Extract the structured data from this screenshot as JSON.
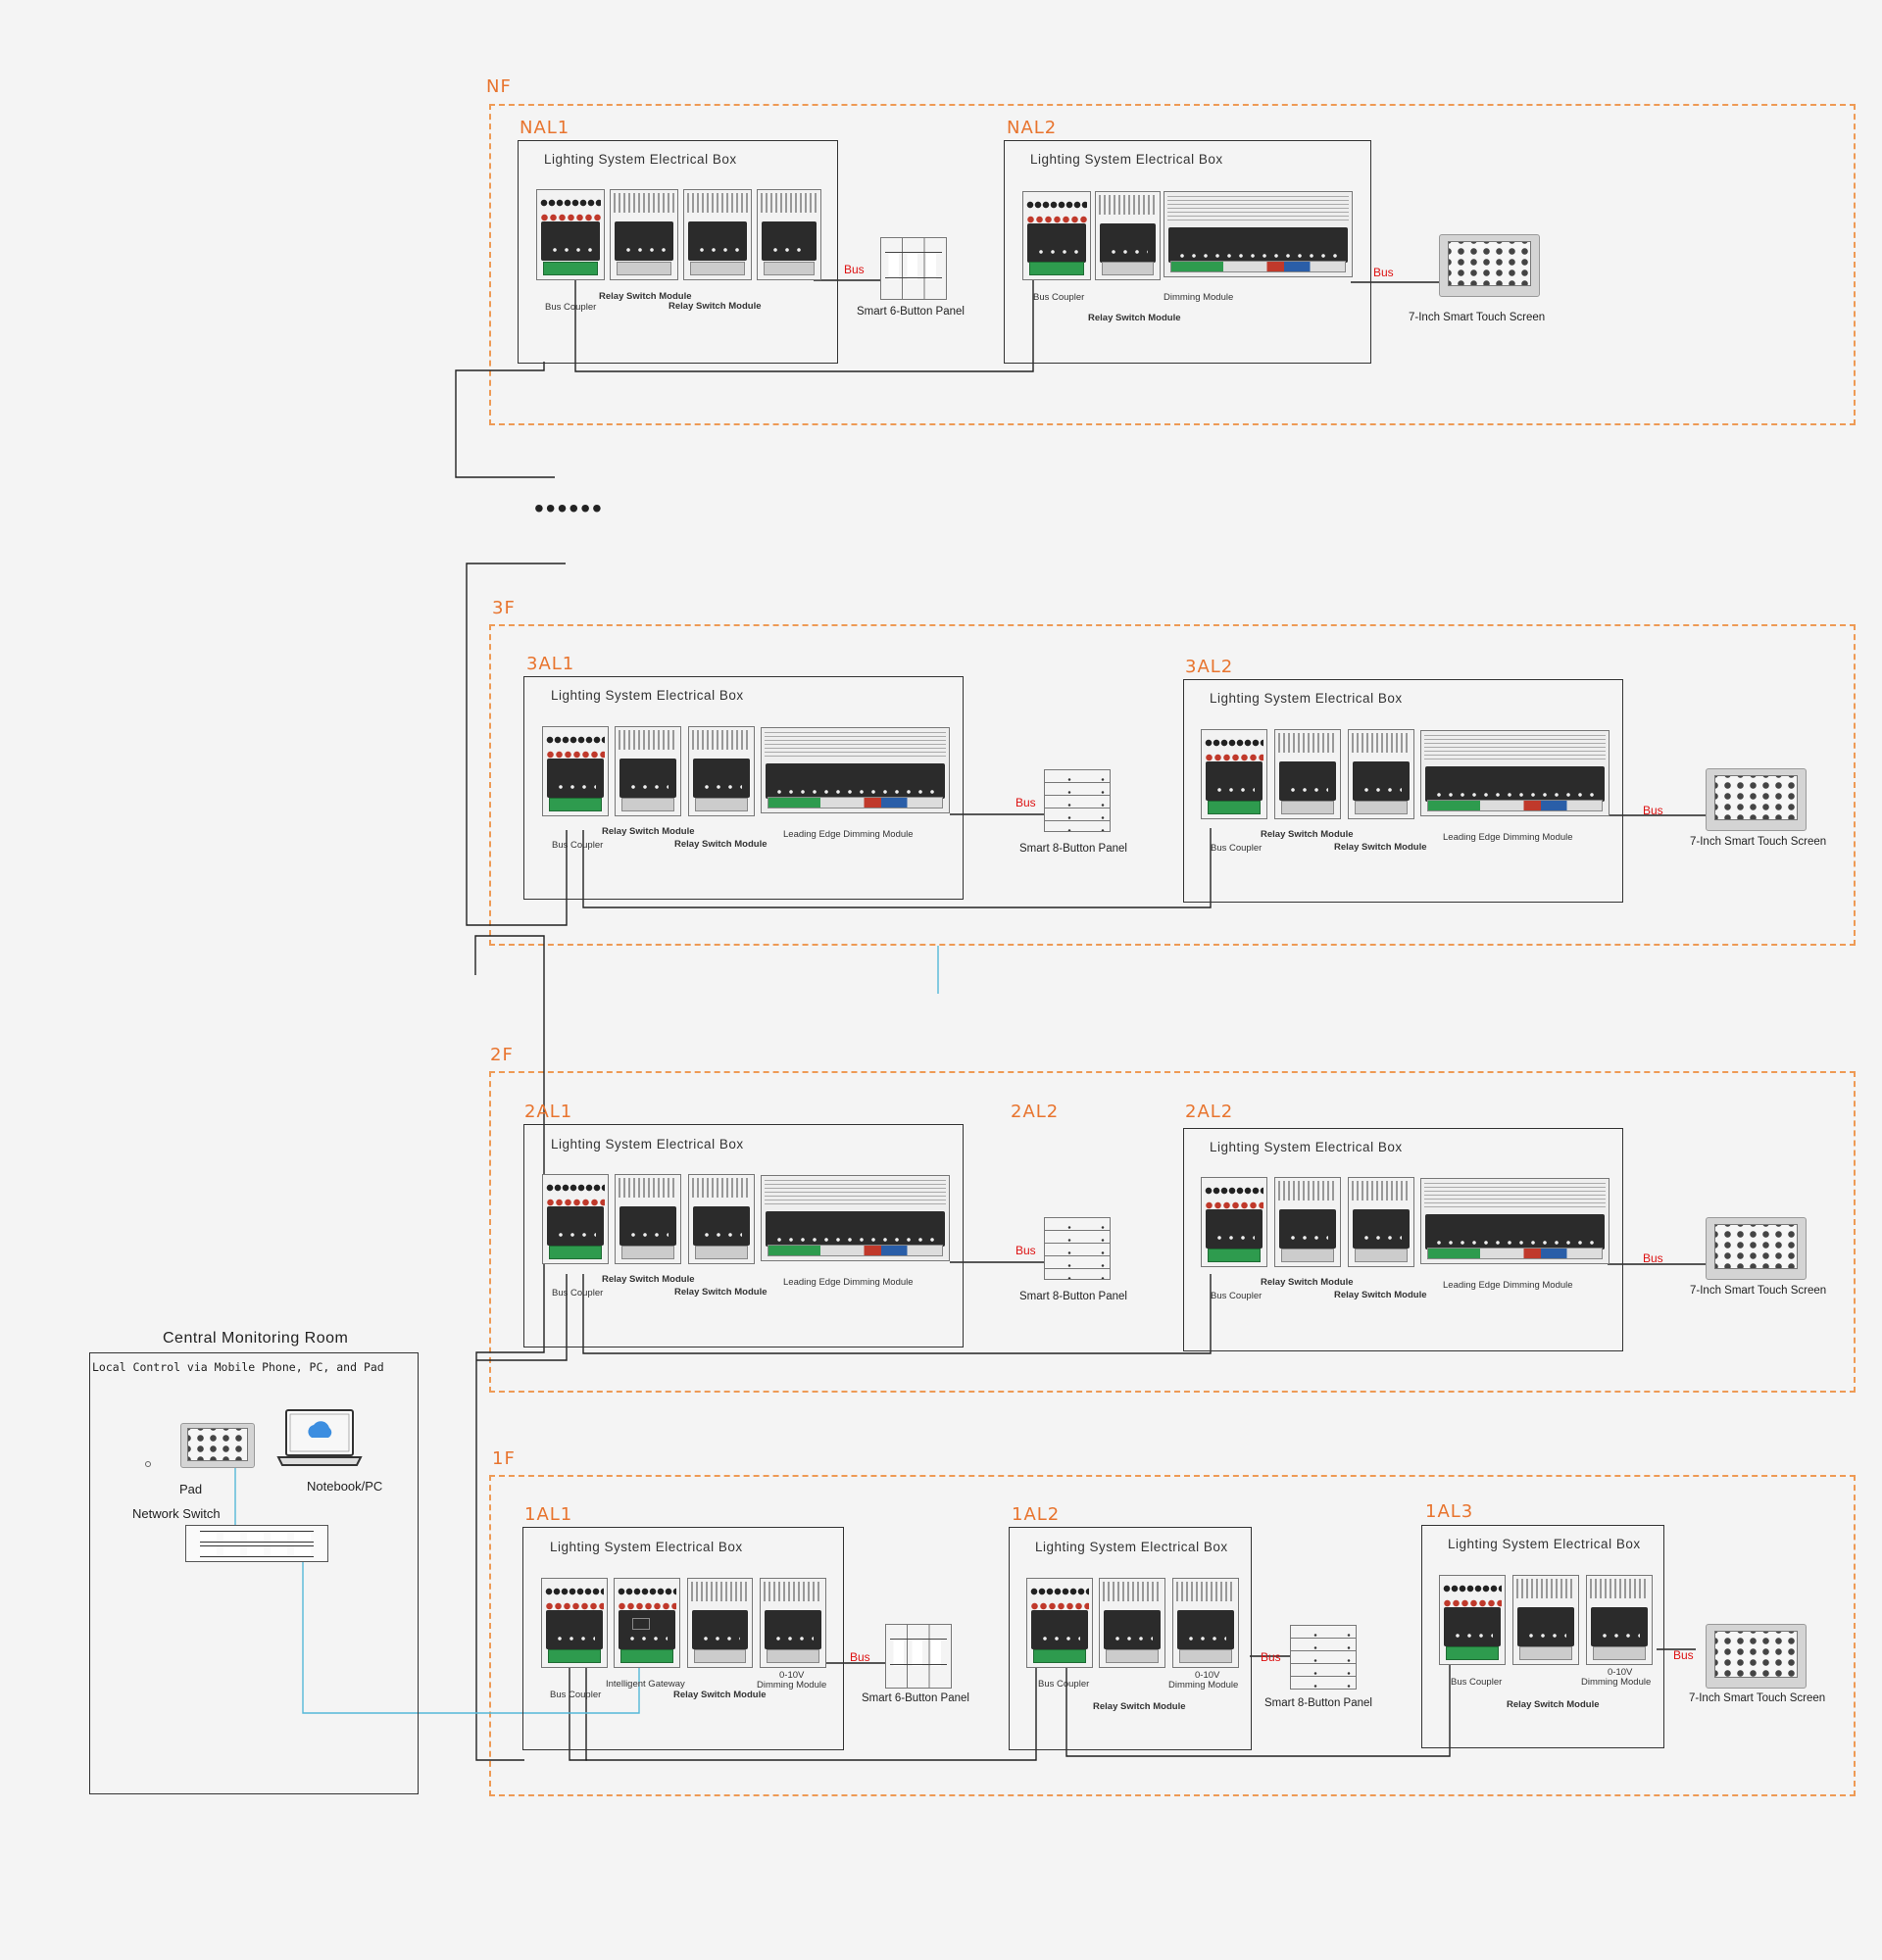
{
  "floors": [
    {
      "id": "nf",
      "label": "NF"
    },
    {
      "id": "3f",
      "label": "3F"
    },
    {
      "id": "2f",
      "label": "2F"
    },
    {
      "id": "1f",
      "label": "1F"
    }
  ],
  "continuation_dots": "••••••",
  "boxes": [
    {
      "id": "nal1",
      "label": "NAL1",
      "title": "Lighting System Electrical Box",
      "module_labels": [
        "Bus Coupler",
        "Relay Switch Module",
        "Relay Switch Module"
      ],
      "panel": "Smart 6-Button Panel",
      "bus": "Bus"
    },
    {
      "id": "nal2",
      "label": "NAL2",
      "title": "Lighting System Electrical Box",
      "module_labels": [
        "Bus Coupler",
        "Dimming Module",
        "Relay Switch Module"
      ],
      "panel": "7-Inch Smart Touch Screen",
      "bus": "Bus"
    },
    {
      "id": "3al1",
      "label": "3AL1",
      "title": "Lighting System Electrical Box",
      "module_labels": [
        "Bus Coupler",
        "Relay Switch Module",
        "Relay Switch Module",
        "Leading Edge Dimming Module"
      ],
      "panel": "Smart 8-Button Panel",
      "bus": "Bus"
    },
    {
      "id": "3al2",
      "label": "3AL2",
      "title": "Lighting System Electrical Box",
      "module_labels": [
        "Bus Coupler",
        "Relay Switch Module",
        "Relay Switch Module",
        "Leading Edge Dimming Module"
      ],
      "panel": "7-Inch Smart Touch Screen",
      "bus": "Bus"
    },
    {
      "id": "2al1",
      "label": "2AL1",
      "title": "Lighting System Electrical Box",
      "module_labels": [
        "Bus Coupler",
        "Relay Switch Module",
        "Relay Switch Module",
        "Leading Edge Dimming Module"
      ],
      "panel": "Smart 8-Button Panel",
      "bus": "Bus"
    },
    {
      "id": "2al2",
      "label": "2AL2",
      "title": "Lighting System Electrical Box",
      "module_labels": [
        "Bus Coupler",
        "Relay Switch Module",
        "Relay Switch Module",
        "Leading Edge Dimming Module"
      ],
      "panel": "7-Inch Smart Touch Screen",
      "bus": "Bus",
      "extra_label": "2AL2"
    },
    {
      "id": "1al1",
      "label": "1AL1",
      "title": "Lighting System Electrical Box",
      "module_labels": [
        "Bus Coupler",
        "Intelligent Gateway",
        "Relay Switch Module",
        "0-10V",
        "Dimming Module"
      ],
      "panel": "Smart 6-Button Panel",
      "bus": "Bus"
    },
    {
      "id": "1al2",
      "label": "1AL2",
      "title": "Lighting System Electrical Box",
      "module_labels": [
        "Bus Coupler",
        "Relay Switch Module",
        "0-10V",
        "Dimming Module"
      ],
      "panel": "Smart 8-Button Panel",
      "bus": "Bus"
    },
    {
      "id": "1al3",
      "label": "1AL3",
      "title": "Lighting System Electrical Box",
      "module_labels": [
        "Bus Coupler",
        "Relay Switch Module",
        "0-10V",
        "Dimming Module"
      ],
      "panel": "7-Inch Smart Touch Screen",
      "bus": "Bus"
    }
  ],
  "central": {
    "title": "Central Monitoring Room",
    "subtitle": "Local Control via Mobile Phone, PC, and Pad",
    "pad": "Pad",
    "notebook": "Notebook/PC",
    "network_switch": "Network Switch"
  },
  "colors": {
    "accent": "#e8742e",
    "bus": "#dd1111",
    "line": "#222222",
    "network": "#55b8d8"
  }
}
